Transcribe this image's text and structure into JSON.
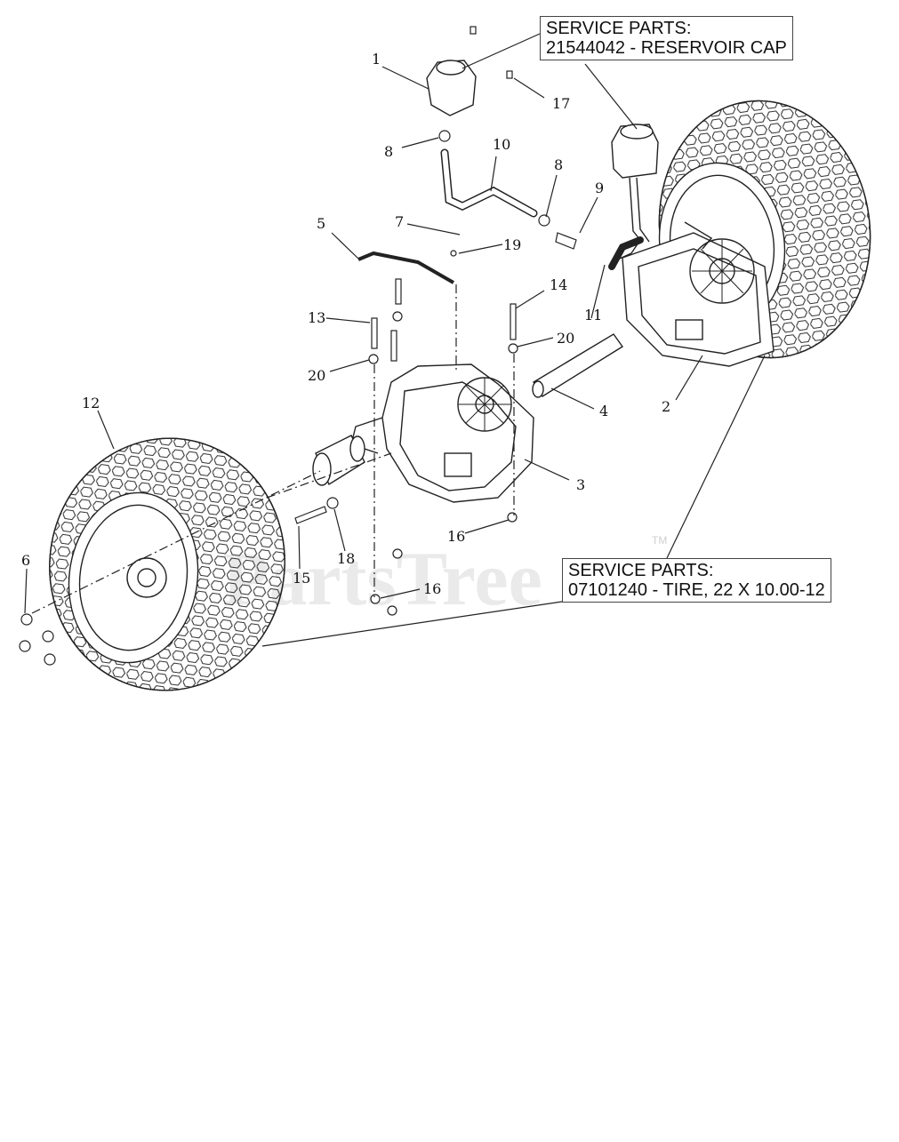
{
  "callouts": {
    "reservoir_cap": {
      "line1": "SERVICE PARTS:",
      "line2": "21544042 - RESERVOIR CAP"
    },
    "tire": {
      "line1": "SERVICE PARTS:",
      "line2": "07101240 - TIRE, 22 X 10.00-12"
    }
  },
  "watermark": {
    "text": "PartsTree",
    "tm": "TM"
  },
  "part_numbers": {
    "p1": "1",
    "p2": "2",
    "p3": "3",
    "p4": "4",
    "p5": "5",
    "p6": "6",
    "p7": "7",
    "p8a": "8",
    "p8b": "8",
    "p9": "9",
    "p10": "10",
    "p11": "11",
    "p12": "12",
    "p13": "13",
    "p14": "14",
    "p15": "15",
    "p16a": "16",
    "p16b": "16",
    "p17": "17",
    "p18": "18",
    "p19": "19",
    "p20a": "20",
    "p20b": "20"
  },
  "colors": {
    "line": "#222222",
    "tread": "#333333",
    "watermark": "#d9d9d9"
  }
}
